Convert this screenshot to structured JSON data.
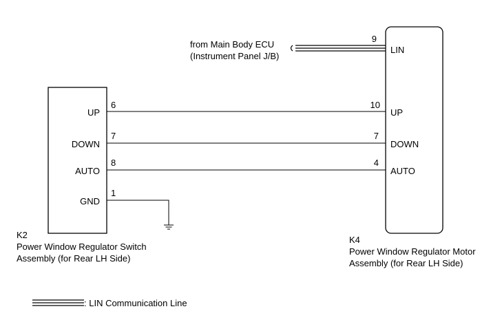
{
  "source": {
    "line1": "from Main Body ECU",
    "line2": "(Instrument Panel J/B)"
  },
  "left_component": {
    "id": "K2",
    "name_line1": "Power Window Regulator Switch",
    "name_line2": "Assembly (for Rear LH Side)",
    "pins": [
      {
        "label": "UP",
        "number": "6"
      },
      {
        "label": "DOWN",
        "number": "7"
      },
      {
        "label": "AUTO",
        "number": "8"
      },
      {
        "label": "GND",
        "number": "1"
      }
    ]
  },
  "right_component": {
    "id": "K4",
    "name_line1": "Power Window Regulator Motor",
    "name_line2": "Assembly (for Rear LH Side)",
    "pins": [
      {
        "label": "LIN",
        "number": "9"
      },
      {
        "label": "UP",
        "number": "10"
      },
      {
        "label": "DOWN",
        "number": "7"
      },
      {
        "label": "AUTO",
        "number": "4"
      }
    ]
  },
  "legend": {
    "text": ": LIN Communication Line"
  }
}
